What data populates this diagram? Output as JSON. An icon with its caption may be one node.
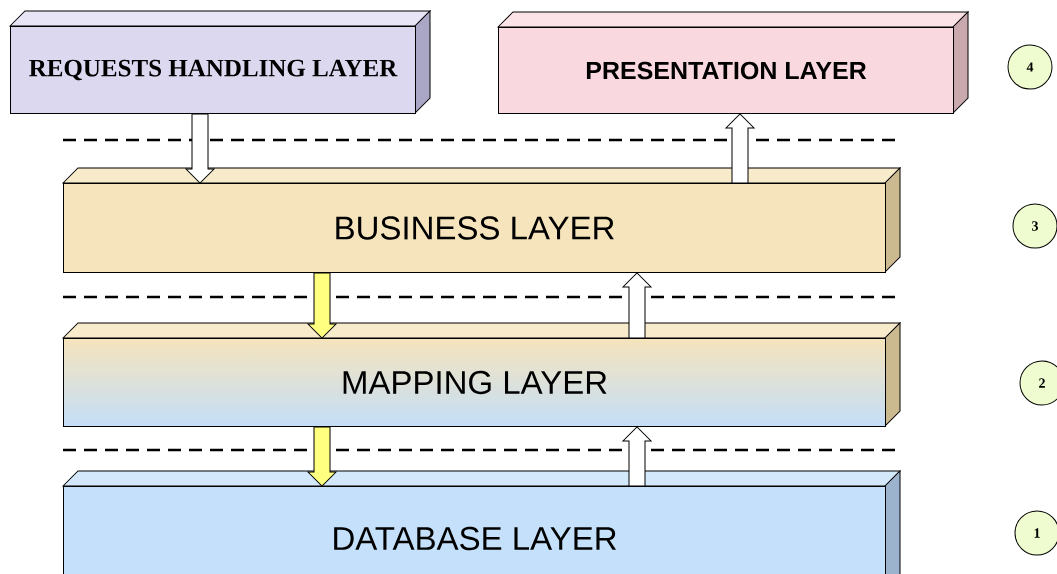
{
  "diagram": {
    "nodes": [
      {
        "text": [
          "REQUESTS HANDLING LAYER"
        ]
      },
      {
        "text": [
          "PRESENTATION LAYER"
        ]
      },
      {
        "text": [
          "4"
        ]
      },
      {
        "text": [
          "BUSINESS LAYER"
        ]
      },
      {
        "text": [
          "3"
        ]
      },
      {
        "text": [
          "MAPPING LAYER"
        ]
      },
      {
        "text": [
          "2"
        ]
      },
      {
        "text": [
          "DATABASE LAYER"
        ]
      },
      {
        "text": [
          "1"
        ]
      }
    ],
    "edges": [
      {
        "from": 0,
        "to": 3,
        "arrow": "to"
      },
      {
        "from": 3,
        "to": 1,
        "arrow": "to"
      },
      {
        "from": 3,
        "to": 5,
        "arrow": "to",
        "color": "#ffff80"
      },
      {
        "from": 5,
        "to": 3,
        "arrow": "to"
      },
      {
        "from": 5,
        "to": 7,
        "arrow": "to",
        "color": "#ffff80"
      },
      {
        "from": 7,
        "to": 5,
        "arrow": "to"
      }
    ]
  }
}
